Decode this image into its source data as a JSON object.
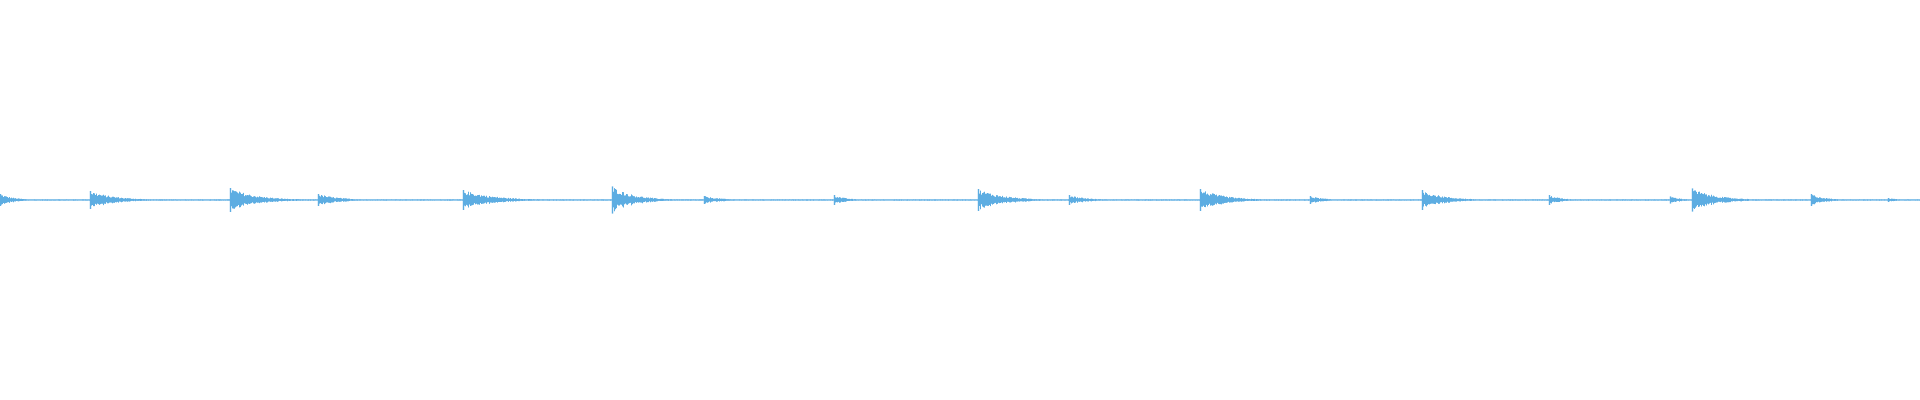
{
  "waveform": {
    "color": "#5dade2",
    "background": "#ffffff",
    "baseline_amplitude": 0.004,
    "duration_units": 1920,
    "onsets": [
      {
        "t": 0,
        "peak": 0.03,
        "decay": 14
      },
      {
        "t": 90,
        "peak": 0.045,
        "decay": 25
      },
      {
        "t": 230,
        "peak": 0.06,
        "decay": 26
      },
      {
        "t": 318,
        "peak": 0.03,
        "decay": 22
      },
      {
        "t": 463,
        "peak": 0.05,
        "decay": 30
      },
      {
        "t": 612,
        "peak": 0.068,
        "decay": 22
      },
      {
        "t": 704,
        "peak": 0.02,
        "decay": 18
      },
      {
        "t": 834,
        "peak": 0.025,
        "decay": 12
      },
      {
        "t": 978,
        "peak": 0.055,
        "decay": 26
      },
      {
        "t": 1069,
        "peak": 0.025,
        "decay": 18
      },
      {
        "t": 1200,
        "peak": 0.055,
        "decay": 24
      },
      {
        "t": 1310,
        "peak": 0.02,
        "decay": 14
      },
      {
        "t": 1422,
        "peak": 0.05,
        "decay": 22
      },
      {
        "t": 1549,
        "peak": 0.025,
        "decay": 12
      },
      {
        "t": 1670,
        "peak": 0.018,
        "decay": 12
      },
      {
        "t": 1692,
        "peak": 0.058,
        "decay": 24
      },
      {
        "t": 1811,
        "peak": 0.03,
        "decay": 14
      },
      {
        "t": 1888,
        "peak": 0.01,
        "decay": 12
      }
    ]
  }
}
